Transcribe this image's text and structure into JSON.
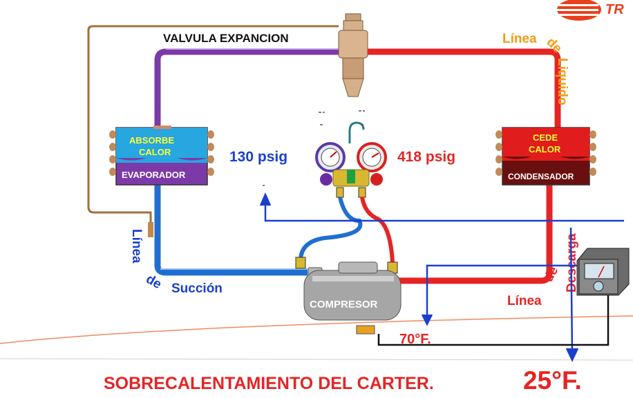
{
  "brand": {
    "logo_text": "TR",
    "accent": "#e8401c"
  },
  "labels": {
    "expansion_valve": "VALVULA EXPANCION",
    "liquid_line_1": "Línea",
    "liquid_line_2": "de",
    "liquid_line_3": "Liquido",
    "evaporator_top_1": "ABSORBE",
    "evaporator_top_2": "CALOR",
    "evaporator_bottom": "EVAPORADOR",
    "condenser_top_1": "CEDE",
    "condenser_top_2": "CALOR",
    "condenser_bottom": "CONDENSADOR",
    "low_pressure": "130 psig",
    "high_pressure": "418 psig",
    "suction_line_1": "Línea",
    "suction_line_2": "de",
    "suction_line_3": "Succión",
    "discharge_line_1": "Línea",
    "discharge_line_2": "de",
    "discharge_line_3": "Descarga",
    "compressor": "COMPRESOR",
    "temp_reading": "70°F.",
    "footer_main": "SOBRECALENTAMIENTO DEL CARTER.",
    "footer_value": "25°F."
  },
  "colors": {
    "suction_line": "#1f6fd1",
    "liquid_line": "#e62424",
    "vapor_line": "#7a3aa8",
    "capillary": "#a0703a",
    "liquid_label": "#f39c12",
    "pressure_low": "#1a3fcf",
    "pressure_high": "#e62424",
    "footer": "#e62424"
  }
}
